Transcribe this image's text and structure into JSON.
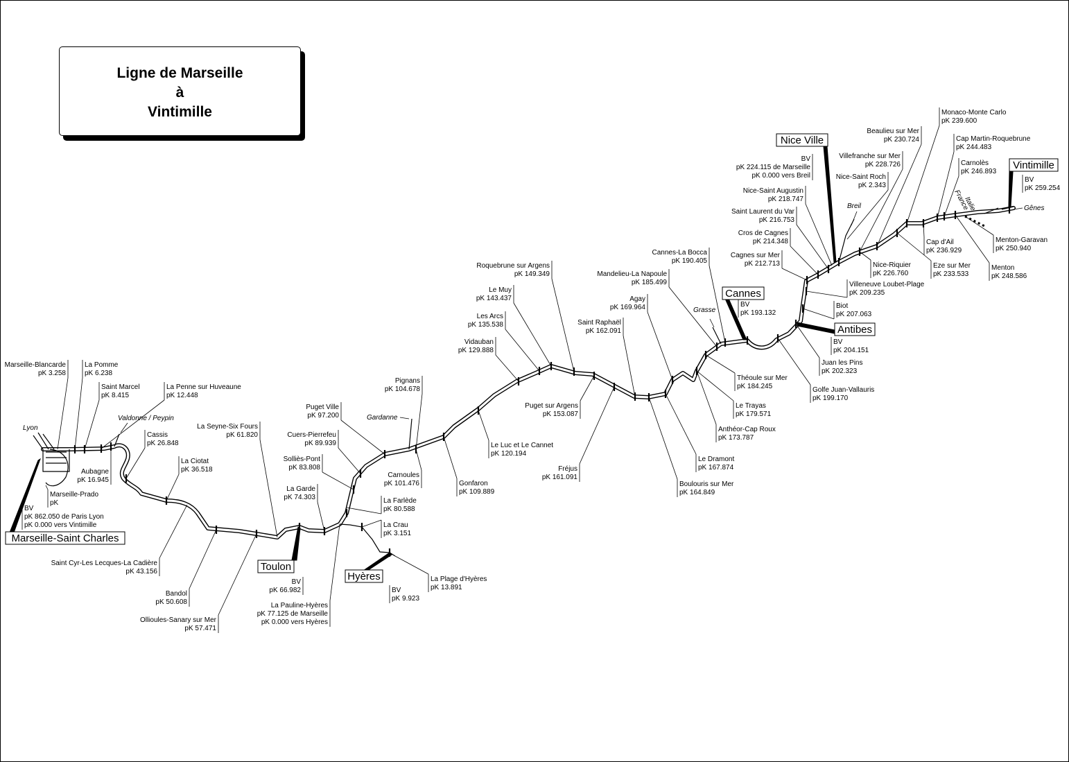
{
  "title": {
    "line1": "Ligne de Marseille",
    "line2": "à",
    "line3": "Vintimille"
  },
  "major_stations": [
    {
      "id": "marseille",
      "name": "Marseille-Saint Charles",
      "lines": [
        "BV",
        "pK 862.050 de Paris Lyon",
        "pK 0.000 vers Vintimille"
      ]
    },
    {
      "id": "toulon",
      "name": "Toulon",
      "lines": [
        "BV",
        "pK 66.982"
      ]
    },
    {
      "id": "hyeres",
      "name": "Hyères",
      "lines": [
        "BV",
        "pK 9.923"
      ]
    },
    {
      "id": "cannes",
      "name": "Cannes",
      "lines": [
        "BV",
        "pK 193.132"
      ]
    },
    {
      "id": "antibes",
      "name": "Antibes",
      "lines": [
        "BV",
        "pK 204.151"
      ]
    },
    {
      "id": "nice",
      "name": "Nice Ville",
      "lines": [
        "BV",
        "pK 224.115 de Marseille",
        "pK 0.000 vers Breil"
      ]
    },
    {
      "id": "vintimille",
      "name": "Vintimille",
      "lines": [
        "BV",
        "pK 259.254"
      ]
    }
  ],
  "stations": [
    {
      "name": "Marseille-Blancarde",
      "pk": "pK 3.258"
    },
    {
      "name": "La Pomme",
      "pk": "pK 6.238"
    },
    {
      "name": "Saint Marcel",
      "pk": "pK 8.415"
    },
    {
      "name": "La Penne sur Huveaune",
      "pk": "pK 12.448"
    },
    {
      "name": "Aubagne",
      "pk": "pK 16.945"
    },
    {
      "name": "Marseille-Prado",
      "pk": "pK"
    },
    {
      "name": "Cassis",
      "pk": "pK 26.848"
    },
    {
      "name": "La Ciotat",
      "pk": "pK 36.518"
    },
    {
      "name": "Saint Cyr-Les Lecques-La Cadière",
      "pk": "pK 43.156"
    },
    {
      "name": "Bandol",
      "pk": "pK 50.608"
    },
    {
      "name": "Ollioules-Sanary sur Mer",
      "pk": "pK 57.471"
    },
    {
      "name": "La Seyne-Six Fours",
      "pk": "pK 61.820"
    },
    {
      "name": "La Garde",
      "pk": "pK 74.303"
    },
    {
      "name": "La Pauline-Hyères",
      "pk": "pK 77.125 de Marseille",
      "pk2": "pK 0.000 vers Hyères"
    },
    {
      "name": "Solliès-Pont",
      "pk": "pK 83.808"
    },
    {
      "name": "Cuers-Pierrefeu",
      "pk": "pK 89.939"
    },
    {
      "name": "Puget Ville",
      "pk": "pK 97.200"
    },
    {
      "name": "Carnoules",
      "pk": "pK 101.476"
    },
    {
      "name": "Pignans",
      "pk": "pK 104.678"
    },
    {
      "name": "La Farlède",
      "pk": "pK 80.588"
    },
    {
      "name": "La Crau",
      "pk": "pK 3.151"
    },
    {
      "name": "La Plage d'Hyères",
      "pk": "pK 13.891"
    },
    {
      "name": "Gonfaron",
      "pk": "pK 109.889"
    },
    {
      "name": "Le Luc et Le Cannet",
      "pk": "pK 120.194"
    },
    {
      "name": "Vidauban",
      "pk": "pK 129.888"
    },
    {
      "name": "Les Arcs",
      "pk": "pK 135.538"
    },
    {
      "name": "Le Muy",
      "pk": "pK 143.437"
    },
    {
      "name": "Roquebrune sur Argens",
      "pk": "pK 149.349"
    },
    {
      "name": "Puget sur Argens",
      "pk": "pK 153.087"
    },
    {
      "name": "Fréjus",
      "pk": "pK 161.091"
    },
    {
      "name": "Saint Raphaël",
      "pk": "pK 162.091"
    },
    {
      "name": "Boulouris sur Mer",
      "pk": "pK 164.849"
    },
    {
      "name": "Le Dramont",
      "pk": "pK 167.874"
    },
    {
      "name": "Agay",
      "pk": "pK 169.964"
    },
    {
      "name": "Anthéor-Cap Roux",
      "pk": "pK 173.787"
    },
    {
      "name": "Le Trayas",
      "pk": "pK 179.571"
    },
    {
      "name": "Théoule sur Mer",
      "pk": "pK 184.245"
    },
    {
      "name": "Mandelieu-La Napoule",
      "pk": "pK 185.499"
    },
    {
      "name": "Cannes-La Bocca",
      "pk": "pK 190.405"
    },
    {
      "name": "Golfe Juan-Vallauris",
      "pk": "pK 199.170"
    },
    {
      "name": "Juan les Pins",
      "pk": "pK 202.323"
    },
    {
      "name": "Biot",
      "pk": "pK 207.063"
    },
    {
      "name": "Villeneuve Loubet-Plage",
      "pk": "pK 209.235"
    },
    {
      "name": "Cagnes sur Mer",
      "pk": "pK 212.713"
    },
    {
      "name": "Cros de Cagnes",
      "pk": "pK 214.348"
    },
    {
      "name": "Saint Laurent du Var",
      "pk": "pK 216.753"
    },
    {
      "name": "Nice-Saint Augustin",
      "pk": "pK 218.747"
    },
    {
      "name": "Nice-Saint Roch",
      "pk": "pK 2.343"
    },
    {
      "name": "Villefranche sur Mer",
      "pk": "pK 228.726"
    },
    {
      "name": "Beaulieu sur Mer",
      "pk": "pK 230.724"
    },
    {
      "name": "Monaco-Monte Carlo",
      "pk": "pK 239.600"
    },
    {
      "name": "Cap Martin-Roquebrune",
      "pk": "pK 244.483"
    },
    {
      "name": "Carnolès",
      "pk": "pK 246.893"
    },
    {
      "name": "Nice-Riquier",
      "pk": "pK 226.760"
    },
    {
      "name": "Eze sur Mer",
      "pk": "pK 233.533"
    },
    {
      "name": "Cap d'Ail",
      "pk": "pK 236.929"
    },
    {
      "name": "Menton",
      "pk": "pK 248.586"
    },
    {
      "name": "Menton-Garavan",
      "pk": "pK 250.940"
    }
  ],
  "directions": {
    "lyon": "Lyon",
    "valdonne": "Valdonne / Peypin",
    "gardanne": "Gardanne",
    "grasse": "Grasse",
    "breil": "Breil",
    "genes": "Gênes",
    "italie": "Italie",
    "france": "France"
  }
}
